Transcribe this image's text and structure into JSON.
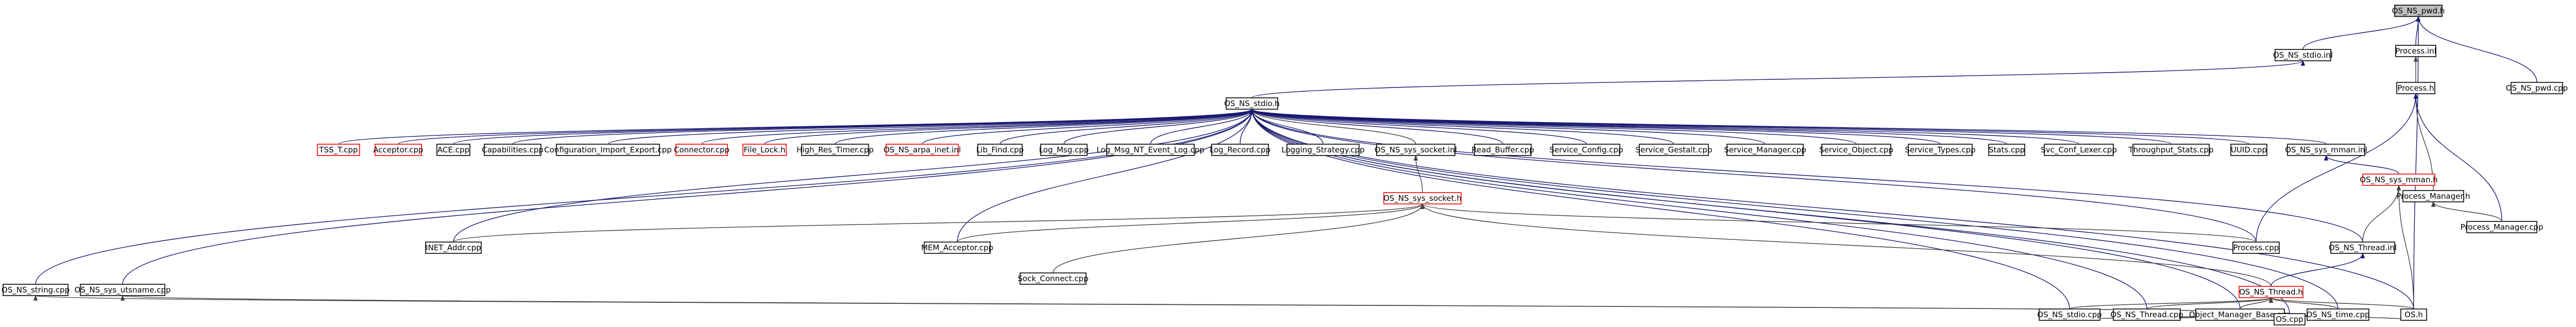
{
  "diagram": {
    "type": "include-dependency-graph",
    "colors": {
      "edge_blue": "#191970",
      "edge_dark": "#404040",
      "current_node_fill": "#bfbfbf",
      "missing_node_border": "#ff0000",
      "node_border": "#000000"
    },
    "nodes": [
      {
        "id": "os_ns_pwd_h",
        "label": "OS_NS_pwd.h",
        "style": "current"
      },
      {
        "id": "process_inl",
        "label": "Process.inl",
        "style": "normal"
      },
      {
        "id": "os_ns_pwd_cpp",
        "label": "OS_NS_pwd.cpp",
        "style": "normal"
      },
      {
        "id": "os_ns_stdio_inl",
        "label": "OS_NS_stdio.inl",
        "style": "normal"
      },
      {
        "id": "process_h",
        "label": "Process.h",
        "style": "normal"
      },
      {
        "id": "os_ns_stdio_h",
        "label": "OS_NS_stdio.h",
        "style": "normal"
      },
      {
        "id": "tss_t_cpp",
        "label": "TSS_T.cpp",
        "style": "red"
      },
      {
        "id": "acceptor_cpp",
        "label": "Acceptor.cpp",
        "style": "red"
      },
      {
        "id": "ace_cpp",
        "label": "ACE.cpp",
        "style": "normal"
      },
      {
        "id": "capabilities_cpp",
        "label": "Capabilities.cpp",
        "style": "normal"
      },
      {
        "id": "configuration_import_export_cpp",
        "label": "Configuration_Import_Export.cpp",
        "style": "normal"
      },
      {
        "id": "connector_cpp",
        "label": "Connector.cpp",
        "style": "red"
      },
      {
        "id": "file_lock_h",
        "label": "File_Lock.h",
        "style": "red"
      },
      {
        "id": "high_res_timer_cpp",
        "label": "High_Res_Timer.cpp",
        "style": "normal"
      },
      {
        "id": "os_ns_arpa_inet_inl",
        "label": "OS_NS_arpa_inet.inl",
        "style": "red"
      },
      {
        "id": "lib_find_cpp",
        "label": "Lib_Find.cpp",
        "style": "normal"
      },
      {
        "id": "log_msg_cpp",
        "label": "Log_Msg.cpp",
        "style": "normal"
      },
      {
        "id": "log_msg_nt_event_log_cpp",
        "label": "Log_Msg_NT_Event_Log.cpp",
        "style": "normal"
      },
      {
        "id": "log_record_cpp",
        "label": "Log_Record.cpp",
        "style": "normal"
      },
      {
        "id": "logging_strategy_cpp",
        "label": "Logging_Strategy.cpp",
        "style": "normal"
      },
      {
        "id": "os_ns_sys_socket_inl",
        "label": "OS_NS_sys_socket.inl",
        "style": "normal"
      },
      {
        "id": "read_buffer_cpp",
        "label": "Read_Buffer.cpp",
        "style": "normal"
      },
      {
        "id": "service_config_cpp",
        "label": "Service_Config.cpp",
        "style": "normal"
      },
      {
        "id": "service_gestalt_cpp",
        "label": "Service_Gestalt.cpp",
        "style": "normal"
      },
      {
        "id": "service_manager_cpp",
        "label": "Service_Manager.cpp",
        "style": "normal"
      },
      {
        "id": "service_object_cpp",
        "label": "Service_Object.cpp",
        "style": "normal"
      },
      {
        "id": "service_types_cpp",
        "label": "Service_Types.cpp",
        "style": "normal"
      },
      {
        "id": "stats_cpp",
        "label": "Stats.cpp",
        "style": "normal"
      },
      {
        "id": "svc_conf_lexer_cpp",
        "label": "Svc_Conf_Lexer.cpp",
        "style": "normal"
      },
      {
        "id": "throughput_stats_cpp",
        "label": "Throughput_Stats.cpp",
        "style": "normal"
      },
      {
        "id": "uuid_cpp",
        "label": "UUID.cpp",
        "style": "normal"
      },
      {
        "id": "os_ns_sys_mman_inl",
        "label": "OS_NS_sys_mman.inl",
        "style": "normal"
      },
      {
        "id": "process_manager_h",
        "label": "Process_Manager.h",
        "style": "normal"
      },
      {
        "id": "os_ns_sys_socket_h",
        "label": "OS_NS_sys_socket.h",
        "style": "red"
      },
      {
        "id": "os_ns_sys_mman_h",
        "label": "OS_NS_sys_mman.h",
        "style": "red"
      },
      {
        "id": "process_manager_cpp",
        "label": "Process_Manager.cpp",
        "style": "normal"
      },
      {
        "id": "inet_addr_cpp",
        "label": "INET_Addr.cpp",
        "style": "normal"
      },
      {
        "id": "mem_acceptor_cpp",
        "label": "MEM_Acceptor.cpp",
        "style": "normal"
      },
      {
        "id": "process_cpp",
        "label": "Process.cpp",
        "style": "normal"
      },
      {
        "id": "os_ns_thread_inl",
        "label": "OS_NS_Thread.inl",
        "style": "normal"
      },
      {
        "id": "sock_connect_cpp",
        "label": "Sock_Connect.cpp",
        "style": "normal"
      },
      {
        "id": "os_ns_string_cpp",
        "label": "OS_NS_string.cpp",
        "style": "normal"
      },
      {
        "id": "os_ns_sys_utsname_cpp",
        "label": "OS_NS_sys_utsname.cpp",
        "style": "normal"
      },
      {
        "id": "os_ns_thread_h",
        "label": "OS_NS_Thread.h",
        "style": "red"
      },
      {
        "id": "os_ns_stdio_cpp",
        "label": "OS_NS_stdio.cpp",
        "style": "normal"
      },
      {
        "id": "os_ns_thread_cpp",
        "label": "OS_NS_Thread.cpp",
        "style": "normal"
      },
      {
        "id": "object_manager_base_cpp",
        "label": "Object_Manager_Base.cpp",
        "style": "normal"
      },
      {
        "id": "os_ns_time_cpp",
        "label": "OS_NS_time.cpp",
        "style": "normal"
      },
      {
        "id": "os_h",
        "label": "OS.h",
        "style": "normal"
      },
      {
        "id": "os_cpp",
        "label": "OS.cpp",
        "style": "normal"
      }
    ],
    "edges": [
      {
        "from": "os_ns_pwd_h",
        "to": "process_inl",
        "color": "edge_blue"
      },
      {
        "from": "os_ns_pwd_h",
        "to": "os_ns_pwd_cpp",
        "color": "edge_blue"
      },
      {
        "from": "os_ns_pwd_h",
        "to": "os_ns_stdio_inl",
        "color": "edge_blue"
      },
      {
        "from": "os_ns_pwd_h",
        "to": "os_h",
        "color": "edge_blue"
      },
      {
        "from": "process_inl",
        "to": "process_h",
        "color": "edge_dark"
      },
      {
        "from": "os_ns_stdio_inl",
        "to": "os_ns_stdio_h",
        "color": "edge_blue"
      },
      {
        "from": "process_h",
        "to": "process_manager_h",
        "color": "edge_dark"
      },
      {
        "from": "process_h",
        "to": "process_cpp",
        "color": "edge_blue"
      },
      {
        "from": "process_h",
        "to": "process_manager_cpp",
        "color": "edge_blue"
      },
      {
        "from": "process_manager_h",
        "to": "process_manager_cpp",
        "color": "edge_dark"
      },
      {
        "from": "os_ns_stdio_h",
        "to": "tss_t_cpp",
        "color": "edge_blue"
      },
      {
        "from": "os_ns_stdio_h",
        "to": "acceptor_cpp",
        "color": "edge_blue"
      },
      {
        "from": "os_ns_stdio_h",
        "to": "ace_cpp",
        "color": "edge_blue"
      },
      {
        "from": "os_ns_stdio_h",
        "to": "capabilities_cpp",
        "color": "edge_blue"
      },
      {
        "from": "os_ns_stdio_h",
        "to": "configuration_import_export_cpp",
        "color": "edge_blue"
      },
      {
        "from": "os_ns_stdio_h",
        "to": "connector_cpp",
        "color": "edge_blue"
      },
      {
        "from": "os_ns_stdio_h",
        "to": "file_lock_h",
        "color": "edge_blue"
      },
      {
        "from": "os_ns_stdio_h",
        "to": "high_res_timer_cpp",
        "color": "edge_blue"
      },
      {
        "from": "os_ns_stdio_h",
        "to": "os_ns_arpa_inet_inl",
        "color": "edge_blue"
      },
      {
        "from": "os_ns_stdio_h",
        "to": "lib_find_cpp",
        "color": "edge_blue"
      },
      {
        "from": "os_ns_stdio_h",
        "to": "log_msg_cpp",
        "color": "edge_blue"
      },
      {
        "from": "os_ns_stdio_h",
        "to": "log_msg_nt_event_log_cpp",
        "color": "edge_blue"
      },
      {
        "from": "os_ns_stdio_h",
        "to": "log_record_cpp",
        "color": "edge_blue"
      },
      {
        "from": "os_ns_stdio_h",
        "to": "logging_strategy_cpp",
        "color": "edge_blue"
      },
      {
        "from": "os_ns_stdio_h",
        "to": "os_ns_sys_socket_inl",
        "color": "edge_dark"
      },
      {
        "from": "os_ns_stdio_h",
        "to": "read_buffer_cpp",
        "color": "edge_blue"
      },
      {
        "from": "os_ns_stdio_h",
        "to": "service_config_cpp",
        "color": "edge_blue"
      },
      {
        "from": "os_ns_stdio_h",
        "to": "service_gestalt_cpp",
        "color": "edge_blue"
      },
      {
        "from": "os_ns_stdio_h",
        "to": "service_manager_cpp",
        "color": "edge_blue"
      },
      {
        "from": "os_ns_stdio_h",
        "to": "service_object_cpp",
        "color": "edge_blue"
      },
      {
        "from": "os_ns_stdio_h",
        "to": "service_types_cpp",
        "color": "edge_blue"
      },
      {
        "from": "os_ns_stdio_h",
        "to": "stats_cpp",
        "color": "edge_blue"
      },
      {
        "from": "os_ns_stdio_h",
        "to": "svc_conf_lexer_cpp",
        "color": "edge_blue"
      },
      {
        "from": "os_ns_stdio_h",
        "to": "throughput_stats_cpp",
        "color": "edge_blue"
      },
      {
        "from": "os_ns_stdio_h",
        "to": "uuid_cpp",
        "color": "edge_blue"
      },
      {
        "from": "os_ns_stdio_h",
        "to": "os_ns_sys_mman_inl",
        "color": "edge_blue"
      },
      {
        "from": "os_ns_stdio_h",
        "to": "inet_addr_cpp",
        "color": "edge_blue"
      },
      {
        "from": "os_ns_stdio_h",
        "to": "mem_acceptor_cpp",
        "color": "edge_blue"
      },
      {
        "from": "os_ns_stdio_h",
        "to": "process_cpp",
        "color": "edge_blue"
      },
      {
        "from": "os_ns_stdio_h",
        "to": "os_ns_thread_inl",
        "color": "edge_blue"
      },
      {
        "from": "os_ns_stdio_h",
        "to": "os_ns_string_cpp",
        "color": "edge_blue"
      },
      {
        "from": "os_ns_stdio_h",
        "to": "os_ns_sys_utsname_cpp",
        "color": "edge_blue"
      },
      {
        "from": "os_ns_stdio_h",
        "to": "os_ns_stdio_cpp",
        "color": "edge_blue"
      },
      {
        "from": "os_ns_stdio_h",
        "to": "os_ns_thread_cpp",
        "color": "edge_blue"
      },
      {
        "from": "os_ns_stdio_h",
        "to": "object_manager_base_cpp",
        "color": "edge_blue"
      },
      {
        "from": "os_ns_stdio_h",
        "to": "os_ns_time_cpp",
        "color": "edge_blue"
      },
      {
        "from": "os_ns_stdio_h",
        "to": "os_h",
        "color": "edge_blue"
      },
      {
        "from": "os_ns_stdio_h",
        "to": "os_cpp",
        "color": "edge_blue"
      },
      {
        "from": "os_ns_sys_socket_inl",
        "to": "os_ns_sys_socket_h",
        "color": "edge_dark"
      },
      {
        "from": "os_ns_sys_socket_h",
        "to": "inet_addr_cpp",
        "color": "edge_dark"
      },
      {
        "from": "os_ns_sys_socket_h",
        "to": "mem_acceptor_cpp",
        "color": "edge_dark"
      },
      {
        "from": "os_ns_sys_socket_h",
        "to": "sock_connect_cpp",
        "color": "edge_dark"
      },
      {
        "from": "os_ns_sys_socket_h",
        "to": "process_cpp",
        "color": "edge_dark"
      },
      {
        "from": "os_ns_sys_socket_h",
        "to": "os_ns_thread_h",
        "color": "edge_dark"
      },
      {
        "from": "os_ns_sys_mman_inl",
        "to": "os_ns_sys_mman_h",
        "color": "edge_blue"
      },
      {
        "from": "os_ns_sys_mman_h",
        "to": "os_ns_thread_inl",
        "color": "edge_dark"
      },
      {
        "from": "os_ns_sys_mman_h",
        "to": "os_h",
        "color": "edge_dark"
      },
      {
        "from": "os_ns_thread_inl",
        "to": "os_ns_thread_h",
        "color": "edge_blue"
      },
      {
        "from": "os_ns_thread_h",
        "to": "os_ns_stdio_cpp",
        "color": "edge_dark"
      },
      {
        "from": "os_ns_thread_h",
        "to": "os_ns_thread_cpp",
        "color": "edge_dark"
      },
      {
        "from": "os_ns_thread_h",
        "to": "object_manager_base_cpp",
        "color": "edge_dark"
      },
      {
        "from": "os_ns_thread_h",
        "to": "os_ns_time_cpp",
        "color": "edge_dark"
      },
      {
        "from": "os_ns_thread_h",
        "to": "os_h",
        "color": "edge_dark"
      },
      {
        "from": "os_ns_stdio_cpp",
        "to": "os_cpp",
        "color": "edge_dark"
      },
      {
        "from": "os_ns_thread_cpp",
        "to": "os_cpp",
        "color": "edge_dark"
      },
      {
        "from": "object_manager_base_cpp",
        "to": "os_cpp",
        "color": "edge_dark"
      },
      {
        "from": "os_ns_time_cpp",
        "to": "os_cpp",
        "color": "edge_dark"
      },
      {
        "from": "os_h",
        "to": "os_cpp",
        "color": "edge_dark"
      },
      {
        "from": "os_ns_string_cpp",
        "to": "os_cpp",
        "color": "edge_dark"
      },
      {
        "from": "os_ns_sys_utsname_cpp",
        "to": "os_cpp",
        "color": "edge_dark"
      }
    ]
  }
}
